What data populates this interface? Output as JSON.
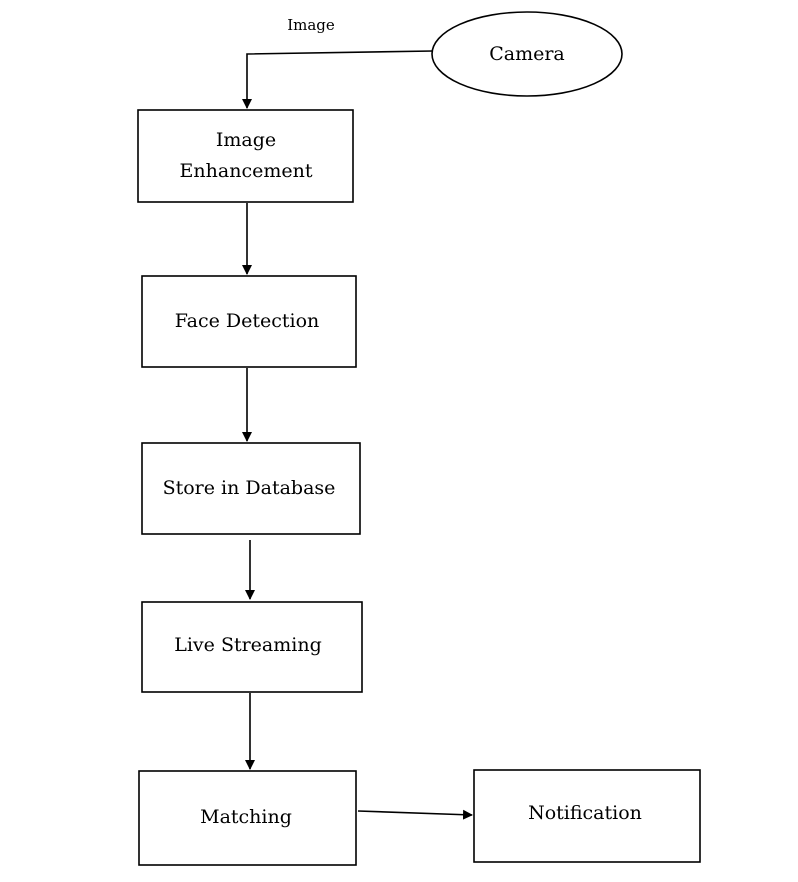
{
  "diagram": {
    "nodes": {
      "camera": {
        "label": "Camera",
        "shape": "ellipse"
      },
      "image_enhancement": {
        "label_line1": "Image",
        "label_line2": "Enhancement",
        "shape": "rectangle"
      },
      "face_detection": {
        "label": "Face Detection",
        "shape": "rectangle"
      },
      "store_in_database": {
        "label": "Store in Database",
        "shape": "rectangle"
      },
      "live_streaming": {
        "label": "Live Streaming",
        "shape": "rectangle"
      },
      "matching": {
        "label": "Matching",
        "shape": "rectangle"
      },
      "notification": {
        "label": "Notification",
        "shape": "rectangle"
      }
    },
    "edges": [
      {
        "from": "camera",
        "to": "image_enhancement",
        "label": "Image"
      },
      {
        "from": "image_enhancement",
        "to": "face_detection",
        "label": ""
      },
      {
        "from": "face_detection",
        "to": "store_in_database",
        "label": ""
      },
      {
        "from": "store_in_database",
        "to": "live_streaming",
        "label": ""
      },
      {
        "from": "live_streaming",
        "to": "matching",
        "label": ""
      },
      {
        "from": "matching",
        "to": "notification",
        "label": ""
      }
    ],
    "colors": {
      "stroke": "#000000",
      "fill": "#ffffff",
      "text": "#000000"
    }
  }
}
